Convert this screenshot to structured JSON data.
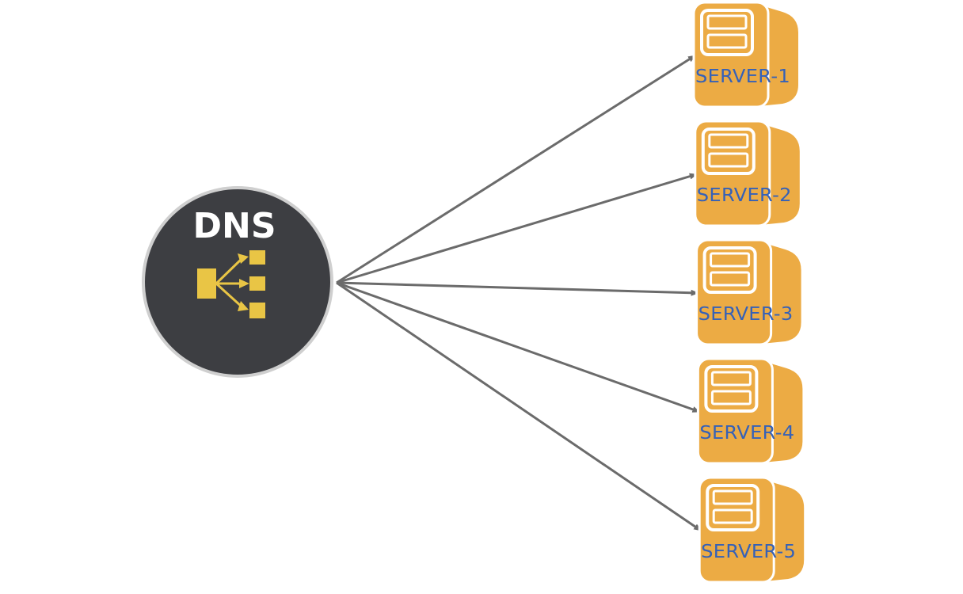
{
  "dns": {
    "label": "DNS",
    "circle_color": "#3d3e42",
    "ring_color": "#cfcfcf",
    "icon": "distribution-icon",
    "icon_color": "#e9c545"
  },
  "servers": [
    {
      "label": "SERVER-1"
    },
    {
      "label": "SERVER-2"
    },
    {
      "label": "SERVER-3"
    },
    {
      "label": "SERVER-4"
    },
    {
      "label": "SERVER-5"
    }
  ],
  "colors": {
    "server_body": "#ecab44",
    "server_label": "#3561b8",
    "arrow": "#6b6b6b"
  }
}
